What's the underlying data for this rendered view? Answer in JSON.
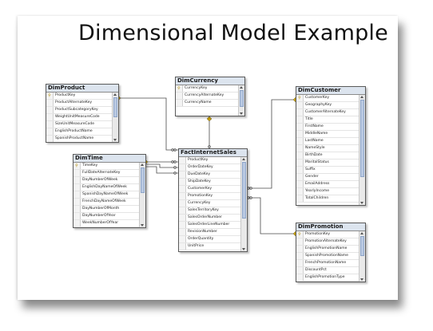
{
  "slide": {
    "title": "Dimensional Model Example"
  },
  "tables": [
    {
      "id": "dimproduct",
      "title": "DimProduct",
      "columns": [
        {
          "name": "ProductKey",
          "key": true
        },
        {
          "name": "ProductAlternateKey",
          "key": false
        },
        {
          "name": "ProductSubcategoryKey",
          "key": false
        },
        {
          "name": "WeightUnitMeasureCode",
          "key": false
        },
        {
          "name": "SizeUnitMeasureCode",
          "key": false
        },
        {
          "name": "EnglishProductName",
          "key": false
        },
        {
          "name": "SpanishProductName",
          "key": false
        }
      ]
    },
    {
      "id": "dimcurrency",
      "title": "DimCurrency",
      "columns": [
        {
          "name": "CurrencyKey",
          "key": true
        },
        {
          "name": "CurrencyAlternateKey",
          "key": false
        },
        {
          "name": "CurrencyName",
          "key": false
        }
      ]
    },
    {
      "id": "dimcustomer",
      "title": "DimCustomer",
      "columns": [
        {
          "name": "CustomerKey",
          "key": true
        },
        {
          "name": "GeographyKey",
          "key": false
        },
        {
          "name": "CustomerAlternateKey",
          "key": false
        },
        {
          "name": "Title",
          "key": false
        },
        {
          "name": "FirstName",
          "key": false
        },
        {
          "name": "MiddleName",
          "key": false
        },
        {
          "name": "LastName",
          "key": false
        },
        {
          "name": "NameStyle",
          "key": false
        },
        {
          "name": "BirthDate",
          "key": false
        },
        {
          "name": "MaritalStatus",
          "key": false
        },
        {
          "name": "Suffix",
          "key": false
        },
        {
          "name": "Gender",
          "key": false
        },
        {
          "name": "EmailAddress",
          "key": false
        },
        {
          "name": "YearlyIncome",
          "key": false
        },
        {
          "name": "TotalChildren",
          "key": false
        }
      ]
    },
    {
      "id": "dimtime",
      "title": "DimTime",
      "columns": [
        {
          "name": "TimeKey",
          "key": true
        },
        {
          "name": "FullDateAlternateKey",
          "key": false
        },
        {
          "name": "DayNumberOfWeek",
          "key": false
        },
        {
          "name": "EnglishDayNameOfWeek",
          "key": false
        },
        {
          "name": "SpanishDayNameOfWeek",
          "key": false
        },
        {
          "name": "FrenchDayNameOfWeek",
          "key": false
        },
        {
          "name": "DayNumberOfMonth",
          "key": false
        },
        {
          "name": "DayNumberOfYear",
          "key": false
        },
        {
          "name": "WeekNumberOfYear",
          "key": false
        }
      ]
    },
    {
      "id": "factinternetsales",
      "title": "FactInternetSales",
      "columns": [
        {
          "name": "ProductKey",
          "key": false
        },
        {
          "name": "OrderDateKey",
          "key": false
        },
        {
          "name": "DueDateKey",
          "key": false
        },
        {
          "name": "ShipDateKey",
          "key": false
        },
        {
          "name": "CustomerKey",
          "key": false
        },
        {
          "name": "PromotionKey",
          "key": false
        },
        {
          "name": "CurrencyKey",
          "key": false
        },
        {
          "name": "SalesTerritoryKey",
          "key": false
        },
        {
          "name": "SalesOrderNumber",
          "key": false
        },
        {
          "name": "SalesOrderLineNumber",
          "key": false
        },
        {
          "name": "RevisionNumber",
          "key": false
        },
        {
          "name": "OrderQuantity",
          "key": false
        },
        {
          "name": "UnitPrice",
          "key": false
        }
      ]
    },
    {
      "id": "dimpromotion",
      "title": "DimPromotion",
      "columns": [
        {
          "name": "PromotionKey",
          "key": true
        },
        {
          "name": "PromotionAlternateKey",
          "key": false
        },
        {
          "name": "EnglishPromotionName",
          "key": false
        },
        {
          "name": "SpanishPromotionName",
          "key": false
        },
        {
          "name": "FrenchPromotionName",
          "key": false
        },
        {
          "name": "DiscountPct",
          "key": false
        },
        {
          "name": "EnglishPromotionType",
          "key": false
        }
      ]
    }
  ],
  "colors": {
    "line": "#4a4a4a",
    "key_marker": "#c9a000",
    "header_bg": "#dce4ee"
  },
  "relationships": [
    {
      "from": "dimproduct",
      "to": "factinternetsales"
    },
    {
      "from": "dimcurrency",
      "to": "factinternetsales"
    },
    {
      "from": "dimcustomer",
      "to": "factinternetsales"
    },
    {
      "from": "dimtime",
      "to": "factinternetsales"
    },
    {
      "from": "dimpromotion",
      "to": "factinternetsales"
    }
  ]
}
